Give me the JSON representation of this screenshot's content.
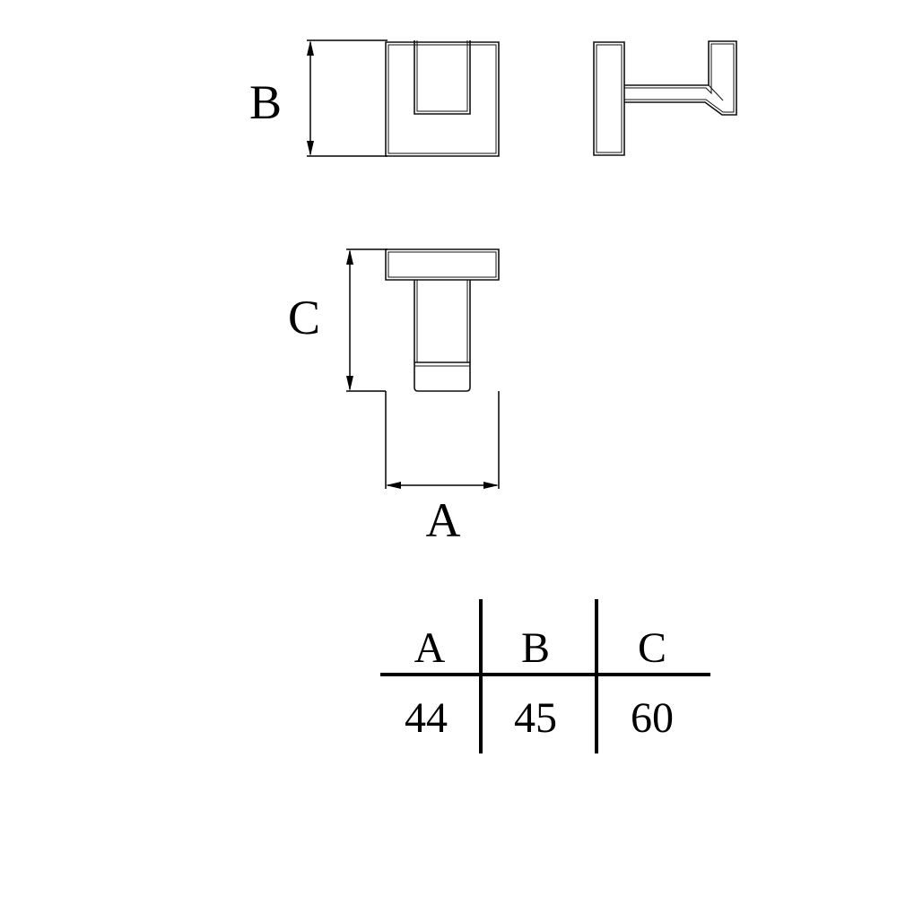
{
  "dimension_labels": {
    "a": "A",
    "b": "B",
    "c": "C"
  },
  "table": {
    "headers": [
      "A",
      "B",
      "C"
    ],
    "values": [
      "44",
      "45",
      "60"
    ]
  }
}
